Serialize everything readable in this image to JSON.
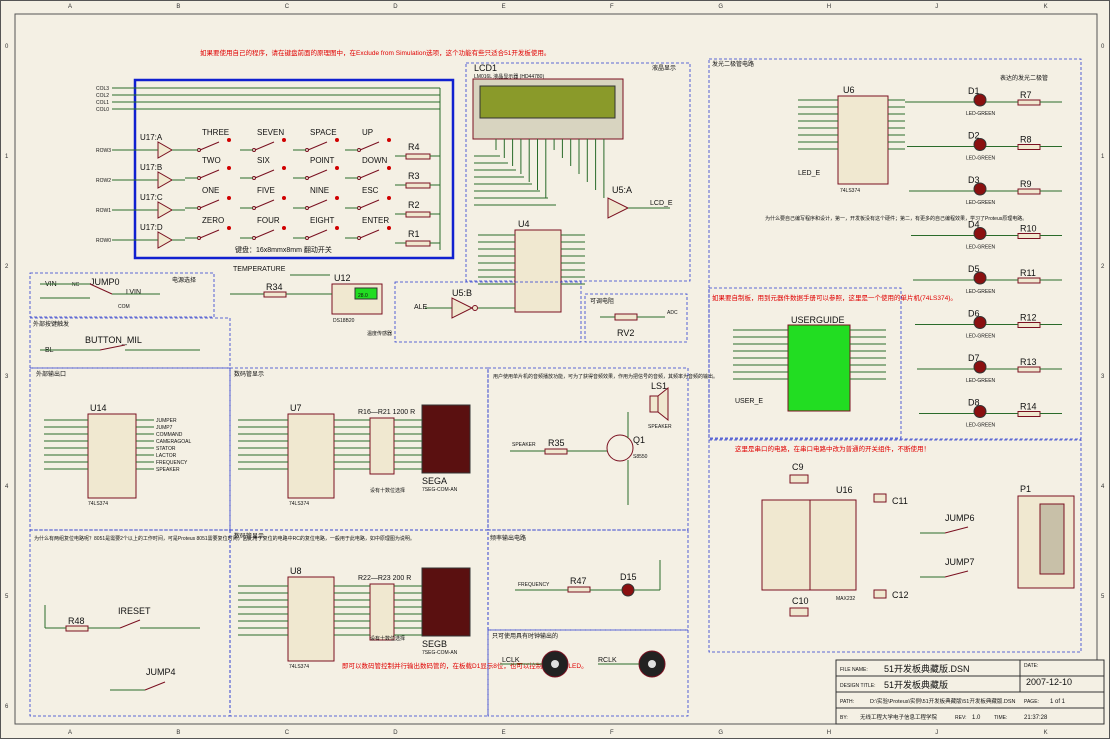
{
  "grid": {
    "cols": [
      "A",
      "B",
      "C",
      "D",
      "E",
      "F",
      "G",
      "H",
      "J",
      "K"
    ],
    "rows": [
      "0",
      "1",
      "2",
      "3",
      "4",
      "5",
      "6"
    ]
  },
  "keypad": {
    "note": "如果要使用自己的程序，请在键盘前面的原理图中，在Exclude from Simulation选项，这个功能有些只适合51开发板使用。",
    "keys": [
      "THREE",
      "SEVEN",
      "SPACE",
      "UP",
      "TWO",
      "SIX",
      "POINT",
      "DOWN",
      "ONE",
      "FIVE",
      "NINE",
      "ESC",
      "ZERO",
      "FOUR",
      "EIGHT",
      "ENTER"
    ],
    "buffers": [
      "U17:A",
      "U17:B",
      "U17:C",
      "U17:D"
    ],
    "rows": [
      "ROW3",
      "ROW2",
      "ROW1",
      "ROW0"
    ],
    "cols": [
      "COL3",
      "COL2",
      "COL1",
      "COL0"
    ],
    "resistors": [
      "R4",
      "R3",
      "R2",
      "R1"
    ],
    "footnote": "键盘：16x8mmx8mm 翻动开关"
  },
  "lcd": {
    "ref": "LCD1",
    "part": "LM016L 液晶显示器 (HD44780)",
    "section": "液晶显示",
    "latch": "U4",
    "gate": "U5:A",
    "lcd_e": "LCD_E"
  },
  "leds": {
    "section": "发光二极管电路",
    "note_right": "表达的发光二极管",
    "chip": "U6",
    "chip_part": "74LS374",
    "refs": [
      "D1",
      "D2",
      "D3",
      "D4",
      "D5",
      "D6",
      "D7",
      "D8"
    ],
    "res": [
      "R7",
      "R8",
      "R9",
      "R10",
      "R11",
      "R12",
      "R13",
      "R14"
    ],
    "led_part": "LED-GREEN",
    "note": "为什么要自己编写程序和设计，第一，开发板没有这个硬件；第二，有更多的自己编程效果，学习了Proteus原理电路。",
    "led_e": "LED_E"
  },
  "jump0": {
    "ref": "JUMP0",
    "in": "VIN",
    "out": "LVIN",
    "com": "COM",
    "no": "NC",
    "section": "电源选择"
  },
  "temp": {
    "ref": "U12",
    "part": "DS18B20",
    "label": "TEMPERATURE",
    "r": "R34",
    "val": "28.0",
    "section": "温度传感器"
  },
  "u5b": {
    "ref": "U5:B",
    "in": "ALE"
  },
  "rv2": {
    "ref": "RV2",
    "section": "可调电阻",
    "label": "ADC"
  },
  "button": {
    "ref": "BUTTON_MIL",
    "section": "外部按键触发",
    "label": "BL"
  },
  "u14": {
    "ref": "U14",
    "section": "外部输出口",
    "part": "74LS374",
    "outs": [
      "JUMPER",
      "JUMP7",
      "COMMAND",
      "CAMERAGOAL",
      "STATOR",
      "LACTOR",
      "FREQUENCY",
      "SPEAKER"
    ]
  },
  "u7": {
    "ref": "U7",
    "section": "数码管显示",
    "part": "74LS374",
    "rarr": "R16—R21 1200 R",
    "seg": "SEGA",
    "segpart": "7SEG-COM-AN",
    "note": "设有十数位选择"
  },
  "u8": {
    "ref": "U8",
    "section": "数码管显示",
    "part": "74LS374",
    "rarr": "R22—R23 200 R",
    "seg": "SEGB",
    "segpart": "7SEG-COM-AN",
    "note": "设有十数位选择"
  },
  "speaker": {
    "ref": "LS1",
    "part": "SPEAKER",
    "q": "Q1",
    "qpart": "S8550",
    "r": "R35",
    "label": "SPEAKER",
    "note": "用户使用单片机的音频播放功能，可为了获得音频效果，作用为把信号的音频，其频率为音频的输出。"
  },
  "freq": {
    "ref": "D15",
    "r": "R47",
    "label": "FREQUENCY",
    "section": "频率输出电路"
  },
  "reset": {
    "ref": "IRESET",
    "r": "R48",
    "j": "JUMP4",
    "note": "为什么有两组复位电路呢？8051是需要2个以上的工作时间，可是Proteus 8051需要复位时间，因此用于复位的电路中RC的复位电路，一般用于此电路，如中原理图为说明。"
  },
  "rs232": {
    "ref": "U16",
    "c9": "C9",
    "c10": "C10",
    "c11": "C11",
    "c12": "C12",
    "j6": "JUMP6",
    "j7": "JUMP7",
    "p1": "P1",
    "part": "MAX232",
    "note": "这里是串口的电路，在串口电路中改为普通的开关组件，不断使用！"
  },
  "userguide": {
    "ref": "USERGUIDE",
    "note": "如果要自制板，用到元器件数据手册可以参照，这里是一个使用的单片机(74LS374)。",
    "user_e": "USER_E"
  },
  "seg_note": "即可以数码管控制并行输出数码管的，在板载D1显示8位，也可以控制单片机的LED。",
  "clock": {
    "section": "时钟模块电路",
    "left": "LCLK",
    "right": "RCLK",
    "note": "只可使用具有时钟输出的"
  },
  "title_block": {
    "file_name_label": "FILE NAME:",
    "file_name": "51开发板典藏版.DSN",
    "design_title_label": "DESIGN TITLE:",
    "design_title": "51开发板典藏版",
    "path_label": "PATH:",
    "path": "D:\\实验\\Proteus\\实例\\51开发板典藏版\\51开发板典藏版.DSN",
    "by_label": "BY:",
    "by": "无线工程大学电子信息工程学院",
    "rev_label": "REV:",
    "rev": "1.0",
    "date_label": "DATE:",
    "date": "2007-12-10",
    "page_label": "PAGE:",
    "page": "1 of 1",
    "time_label": "TIME:",
    "time": "21:37:28"
  },
  "colors": {
    "paper": "#f4f0e4",
    "wire": "#2a6b2a",
    "part": "#7a1020",
    "border": "#2b3bd0",
    "note": "#e00000",
    "lcd": "#8a9a2a",
    "userguide": "#22dd22"
  }
}
